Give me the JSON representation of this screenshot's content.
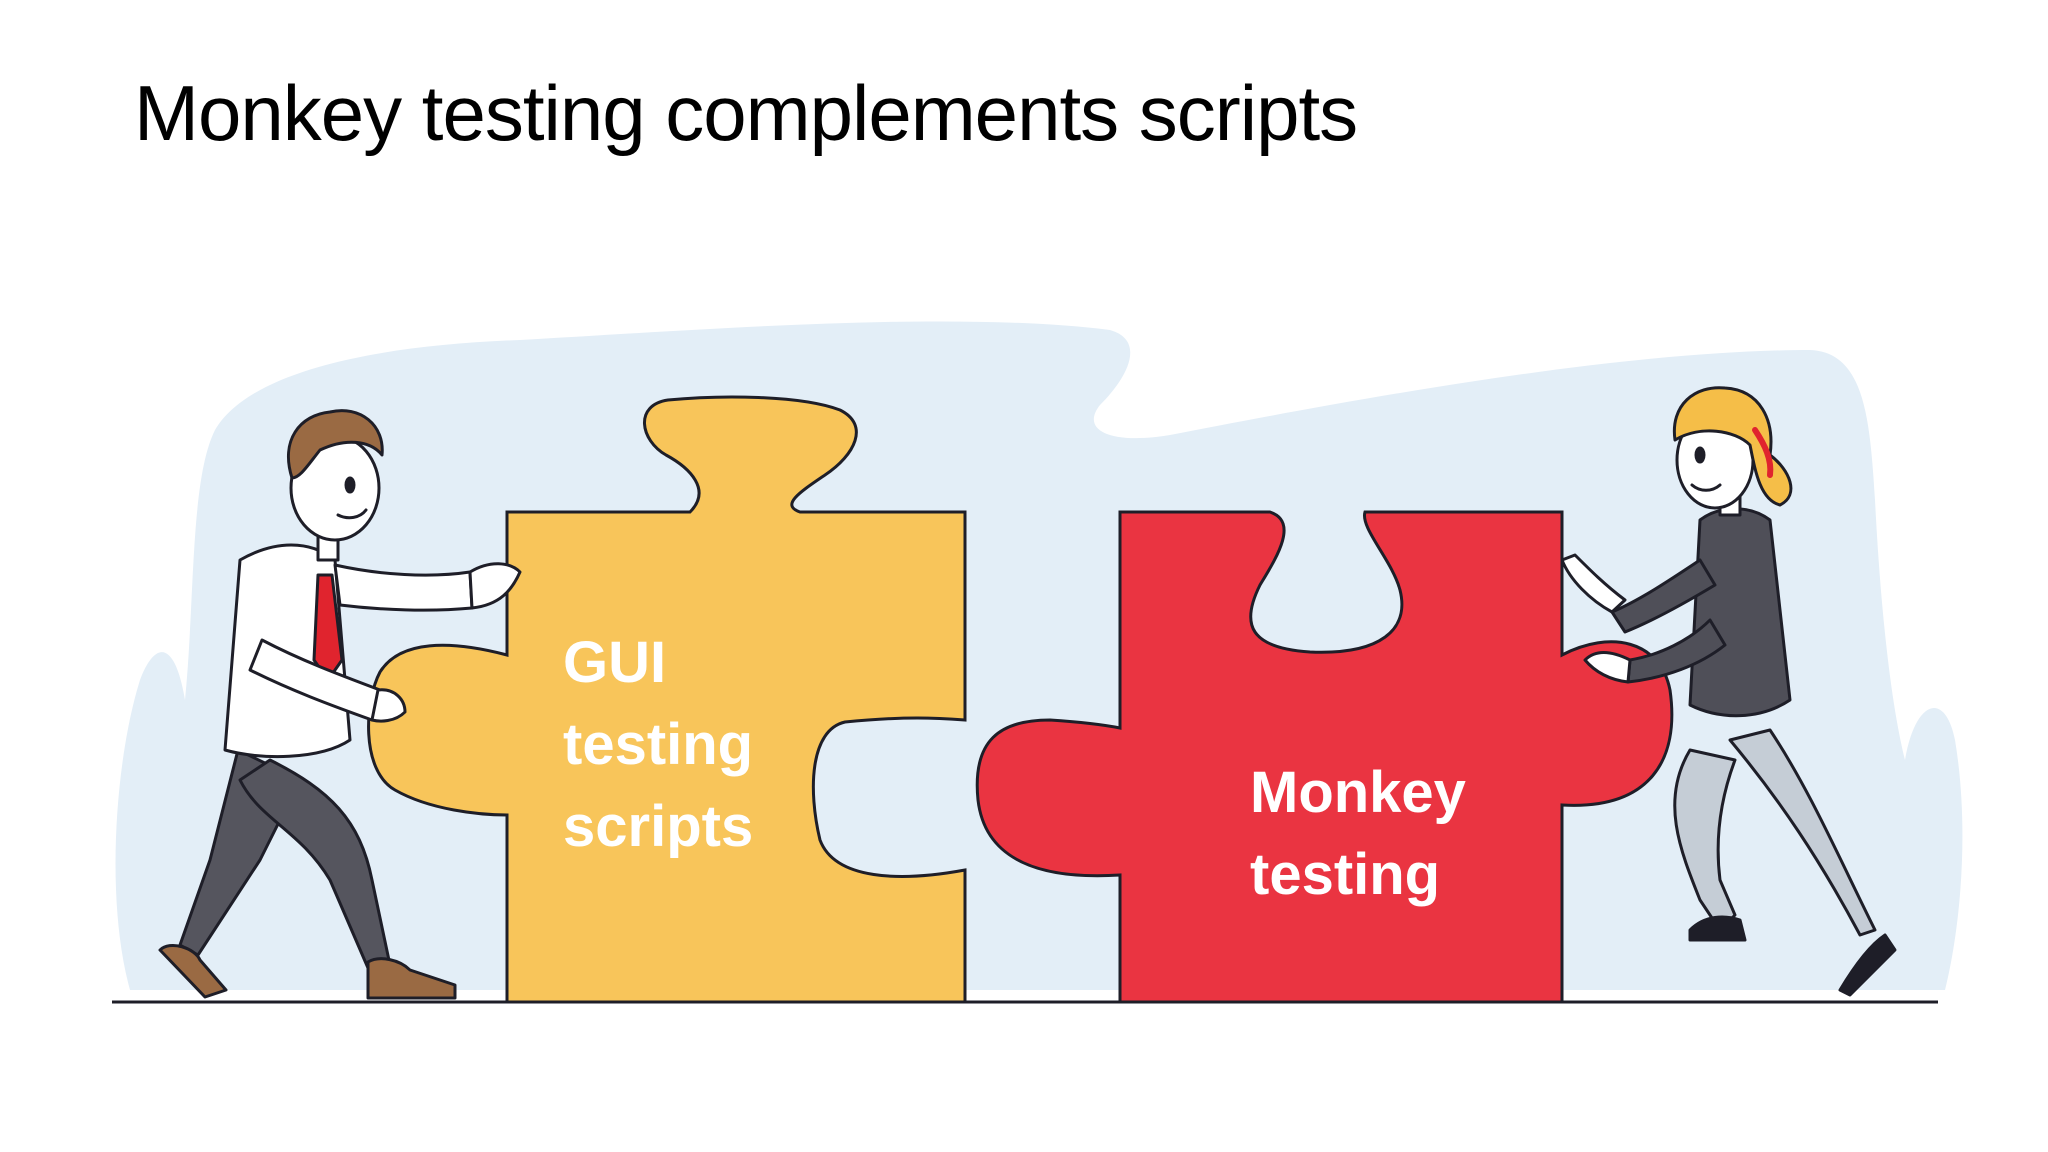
{
  "slide": {
    "title": "Monkey testing complements scripts"
  },
  "pieces": {
    "left": {
      "label_lines": [
        "GUI",
        "testing",
        "scripts"
      ],
      "color": "#F8C55A"
    },
    "right": {
      "label_lines": [
        "Monkey",
        "testing"
      ],
      "color": "#EA3441"
    }
  },
  "colors": {
    "background_blob": "#E3EEF7",
    "outline": "#1E1E28",
    "man_shirt": "#FFFFFF",
    "man_tie": "#E0242E",
    "man_pants": "#55555E",
    "man_hair": "#9A6A43",
    "woman_jacket": "#4F4F58",
    "woman_pants": "#C5CDD6",
    "woman_hair": "#F5BE48",
    "woman_headband": "#E0242E",
    "skin": "#FFFFFF"
  },
  "icons": {
    "man": "man-pushing-illustration",
    "woman": "woman-pushing-illustration"
  }
}
